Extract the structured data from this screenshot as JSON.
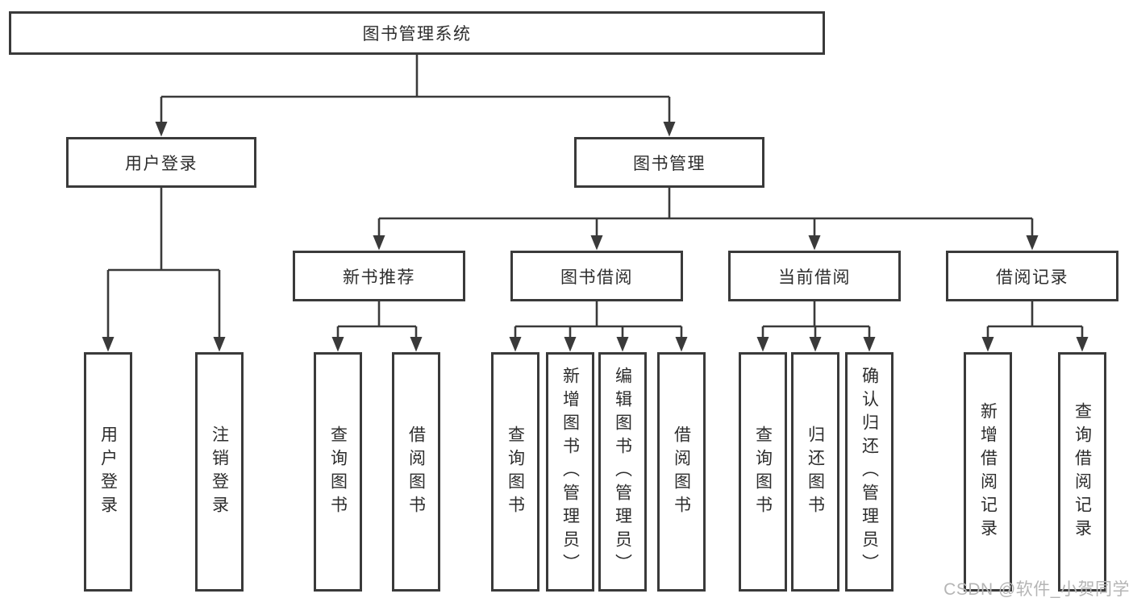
{
  "nodes": {
    "root": {
      "label": "图书管理系统"
    },
    "level2": [
      {
        "label": "用户登录"
      },
      {
        "label": "图书管理"
      }
    ],
    "level3": [
      {
        "label": "新书推荐"
      },
      {
        "label": "图书借阅"
      },
      {
        "label": "当前借阅"
      },
      {
        "label": "借阅记录"
      }
    ],
    "leaves": [
      {
        "label": "用户登录",
        "parent": "用户登录"
      },
      {
        "label": "注销登录",
        "parent": "用户登录"
      },
      {
        "label": "查询图书",
        "parent": "新书推荐"
      },
      {
        "label": "借阅图书",
        "parent": "新书推荐"
      },
      {
        "label": "查询图书",
        "parent": "图书借阅"
      },
      {
        "label": "新增图书（管理员）",
        "parent": "图书借阅"
      },
      {
        "label": "编辑图书（管理员）",
        "parent": "图书借阅"
      },
      {
        "label": "借阅图书",
        "parent": "图书借阅"
      },
      {
        "label": "查询图书",
        "parent": "当前借阅"
      },
      {
        "label": "归还图书",
        "parent": "当前借阅"
      },
      {
        "label": "确认归还（管理员）",
        "parent": "当前借阅"
      },
      {
        "label": "新增借阅记录",
        "parent": "借阅记录"
      },
      {
        "label": "查询借阅记录",
        "parent": "借阅记录"
      }
    ]
  },
  "watermark": {
    "text": "CSDN @软件_小贺同学"
  },
  "colors": {
    "line": "#3a3a3a",
    "border": "#3a3a3a",
    "text": "#2d2d2d",
    "watermark": "#b5b5b5",
    "background": "#ffffff"
  }
}
